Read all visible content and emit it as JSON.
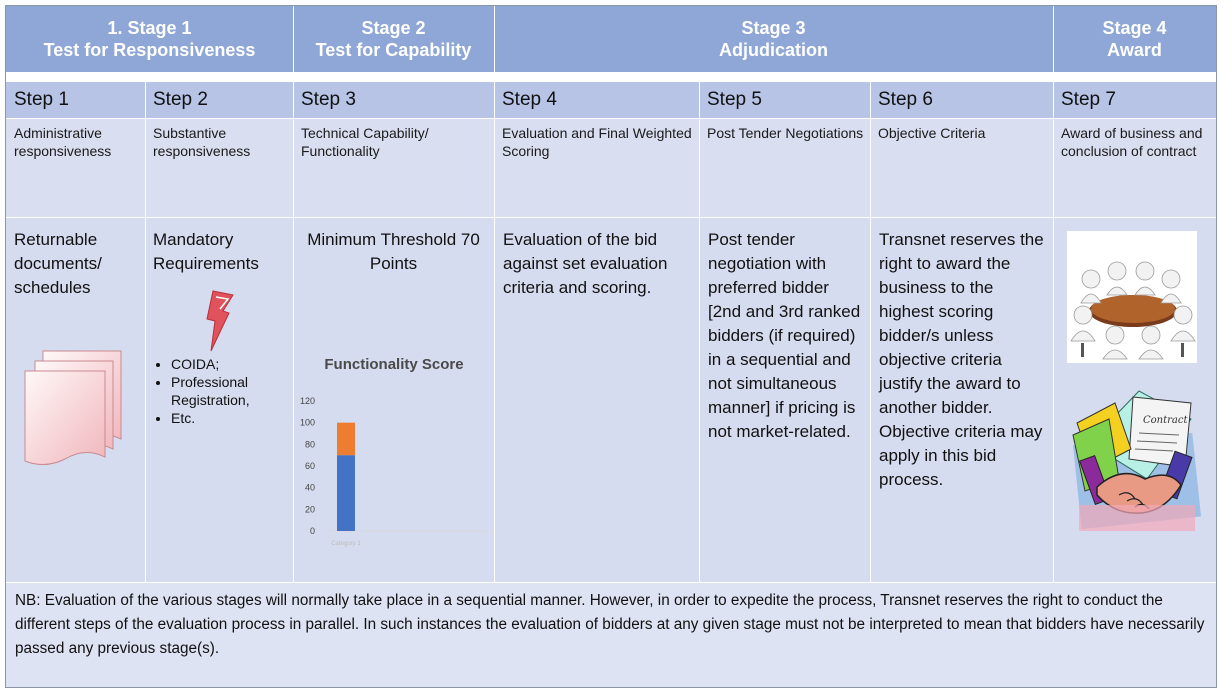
{
  "stages": [
    {
      "line1": "1.  Stage 1",
      "line2": "Test for Responsiveness"
    },
    {
      "line1": "Stage 2",
      "line2": "Test for Capability"
    },
    {
      "line1": "Stage 3",
      "line2": "Adjudication"
    },
    {
      "line1": "Stage 4",
      "line2": "Award"
    }
  ],
  "steps": [
    {
      "label": "Step 1",
      "desc": "Administrative responsiveness"
    },
    {
      "label": "Step 2",
      "desc": "Substantive responsiveness"
    },
    {
      "label": "Step 3",
      "desc": "Technical Capability/ Functionality"
    },
    {
      "label": "Step 4",
      "desc": "Evaluation and Final Weighted Scoring"
    },
    {
      "label": "Step 5",
      "desc": "Post Tender Negotiations"
    },
    {
      "label": "Step 6",
      "desc": "Objective Criteria"
    },
    {
      "label": "Step 7",
      "desc": "Award of business and conclusion of contract"
    }
  ],
  "details": {
    "step1": "Returnable documents/ schedules",
    "step2_title": "Mandatory Requirements",
    "step2_bullets": [
      "COIDA;",
      "Professional Registration,",
      "Etc."
    ],
    "step3_title": "Minimum Threshold 70 Points",
    "step4": "Evaluation of the bid against set evaluation criteria and scoring.",
    "step5": "Post tender negotiation with preferred bidder [2nd and 3rd ranked bidders (if required) in a sequential and not simultaneous manner] if pricing is not market-related.",
    "step6": "Transnet reserves the right to award the business to the highest scoring bidder/s unless objective criteria justify the award to another bidder. Objective criteria may apply in this bid process."
  },
  "chart_data": {
    "type": "bar",
    "title": "Functionality Score",
    "ylim": [
      0,
      120
    ],
    "yticks": [
      "120",
      "100",
      "80",
      "60",
      "40",
      "20",
      "0"
    ],
    "categories": [
      "Category 1"
    ],
    "series": [
      {
        "values": [
          70
        ],
        "color": "#4472c4"
      },
      {
        "values": [
          30
        ],
        "color": "#ed7d31"
      }
    ]
  },
  "note": "NB: Evaluation of the various stages will normally take place in a sequential manner. However, in order to expedite the process, Transnet reserves the right to conduct the different steps of the evaluation process in parallel. In such instances the evaluation of bidders at any given stage must not be interpreted to mean that bidders have necessarily passed any previous stage(s).",
  "icons": [
    "documents-icon",
    "lightning-icon",
    "meeting-table-icon",
    "contract-handshake-icon"
  ]
}
